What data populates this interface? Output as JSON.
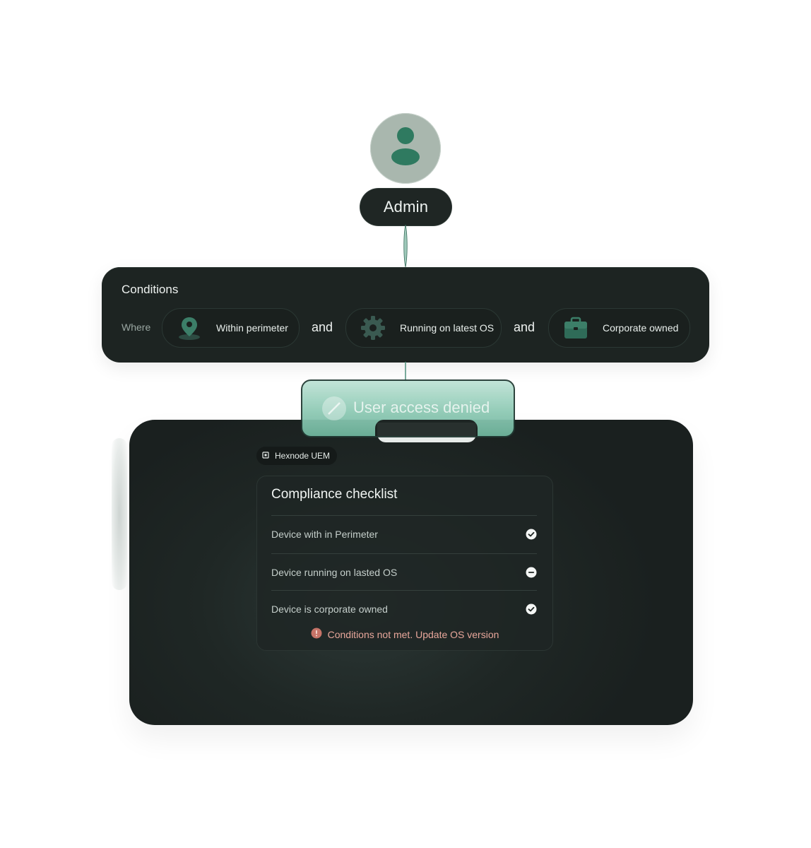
{
  "user": {
    "role": "Admin"
  },
  "conditions": {
    "title": "Conditions",
    "where_label": "Where",
    "joiner": "and",
    "items": [
      {
        "label": "Within perimeter",
        "icon": "location-pin-icon"
      },
      {
        "label": "Running on latest OS",
        "icon": "gear-icon"
      },
      {
        "label": "Corporate owned",
        "icon": "briefcase-icon"
      }
    ]
  },
  "access": {
    "status_text": "User access denied"
  },
  "product": {
    "name": "Hexnode UEM"
  },
  "checklist": {
    "title": "Compliance checklist",
    "rows": [
      {
        "label": "Device with in Perimeter",
        "status": "check"
      },
      {
        "label": "Device running on lasted OS",
        "status": "minus"
      },
      {
        "label": "Device is corporate owned",
        "status": "check"
      }
    ],
    "warning": "Conditions not met. Update OS version"
  },
  "colors": {
    "accent": "#2e6e58",
    "card": "#1d2422",
    "warning": "#e8a79b"
  }
}
